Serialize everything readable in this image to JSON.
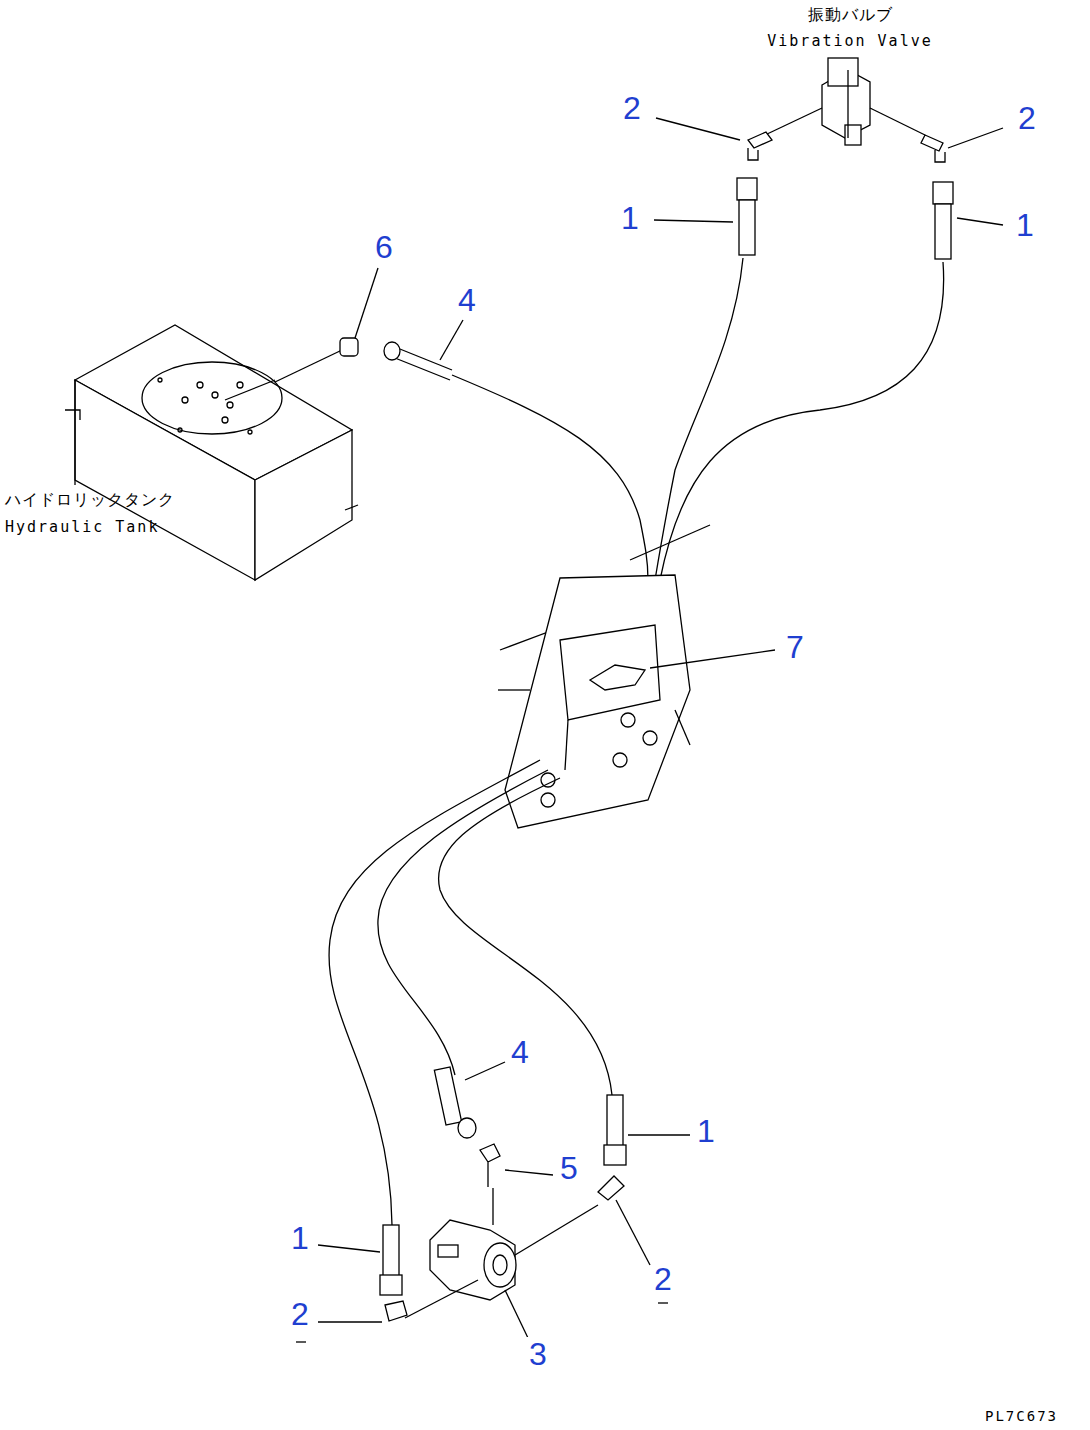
{
  "diagram": {
    "labels": [
      "振動バルブ",
      "Vibration Valve",
      "2",
      "2",
      "6",
      "4",
      "1",
      "1",
      "ハイドロリックタンク",
      "Hydraulic Tank",
      "7",
      "4",
      "5",
      "1",
      "1",
      "2",
      "2",
      "3",
      "PL7C673"
    ]
  }
}
